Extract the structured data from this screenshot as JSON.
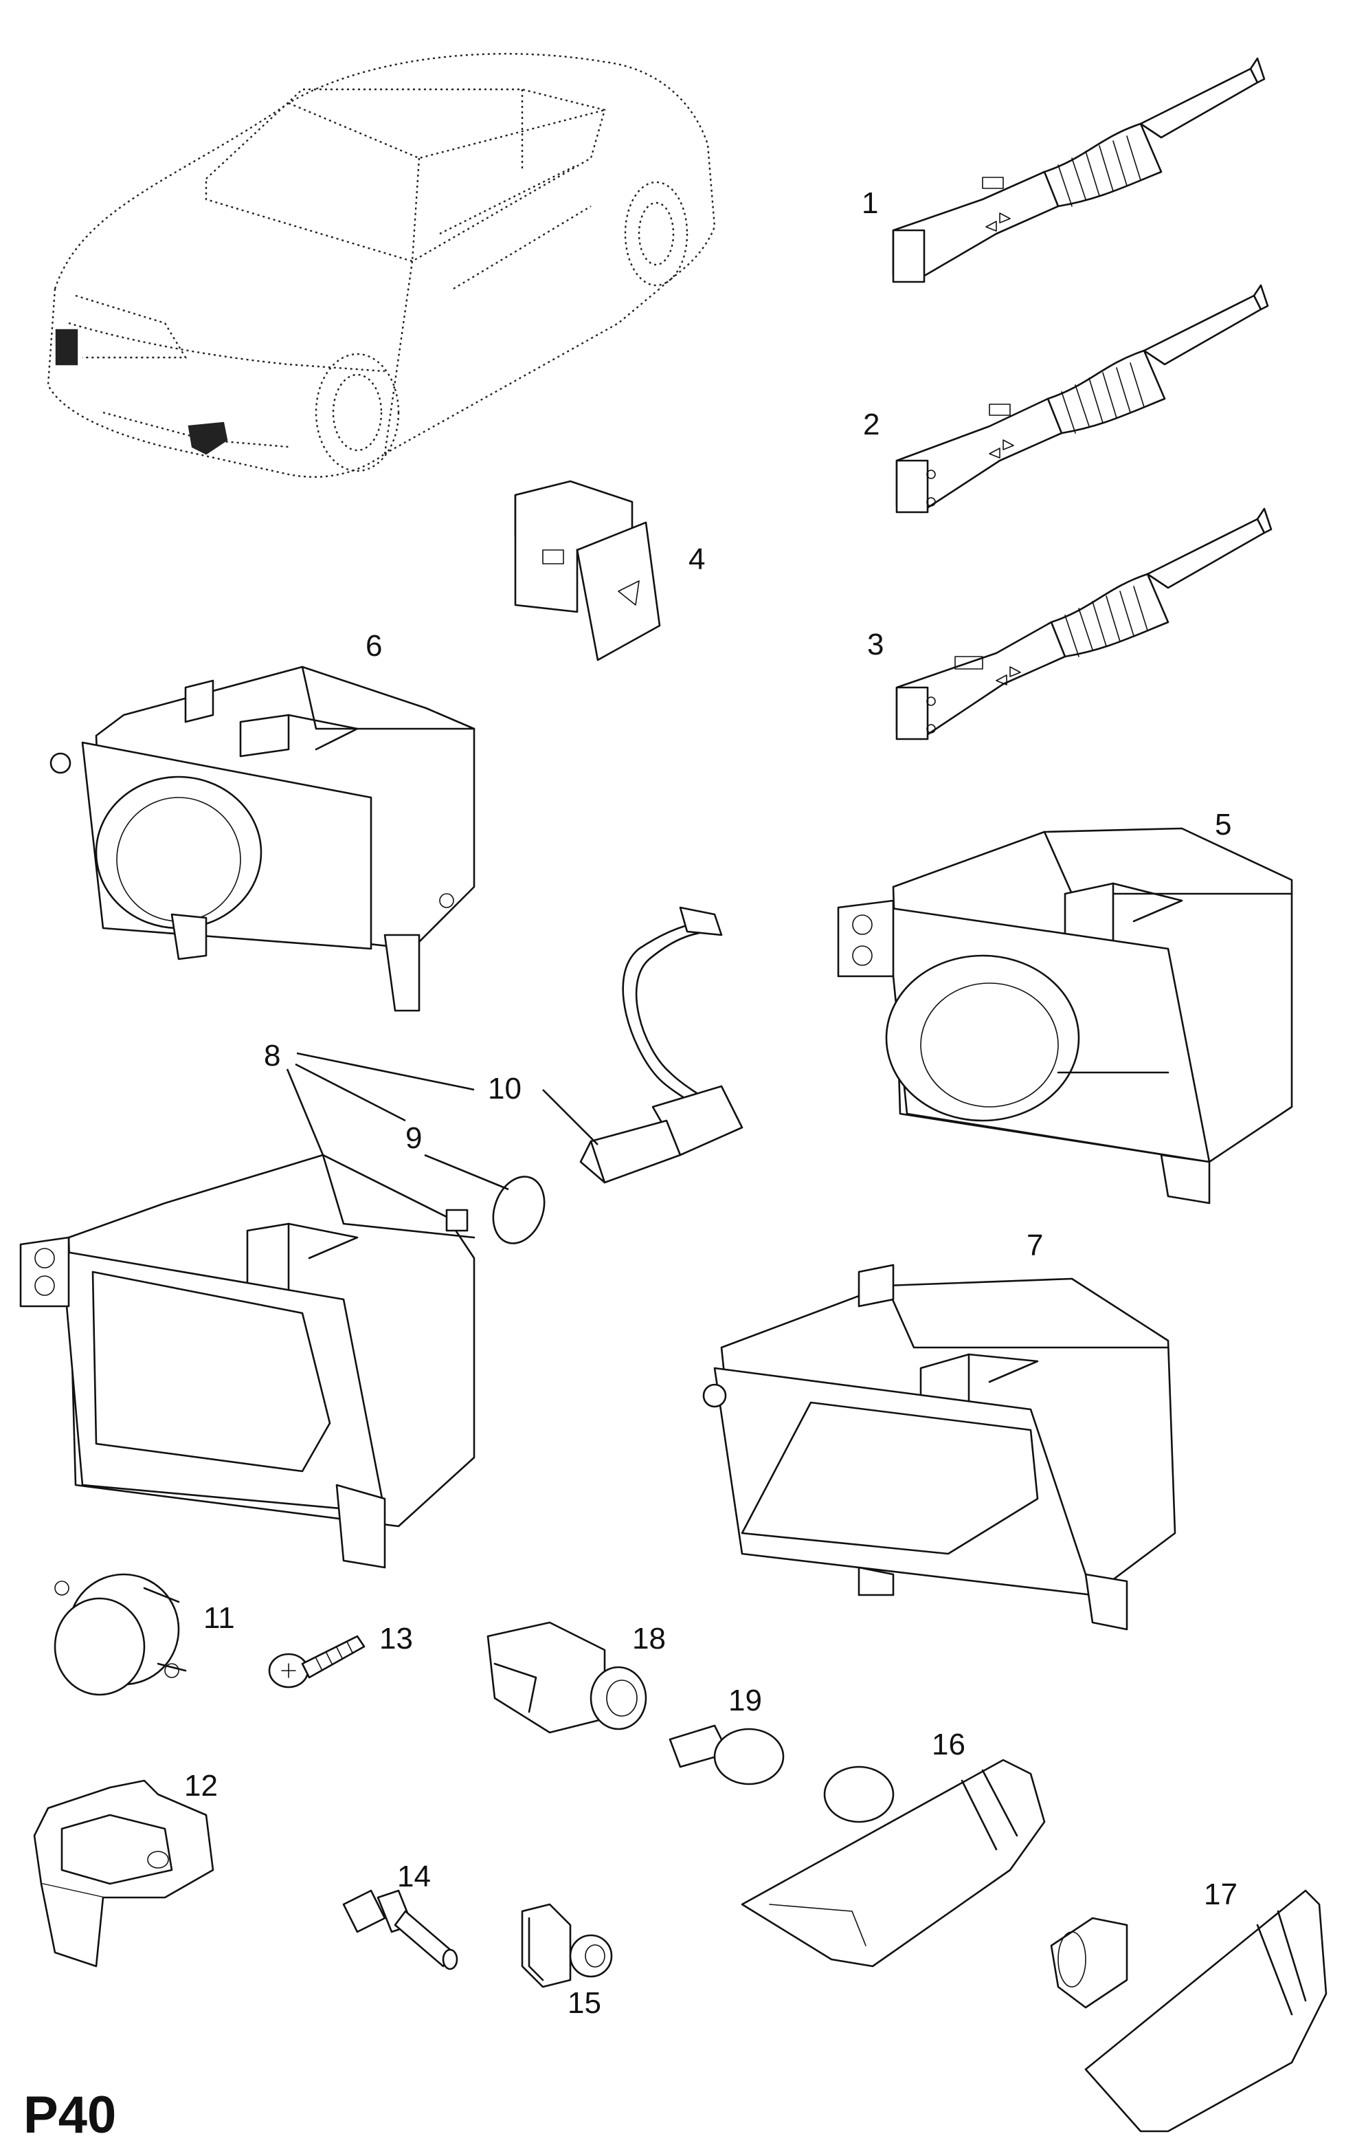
{
  "page_code": "P40",
  "callouts": {
    "c1": "1",
    "c2": "2",
    "c3": "3",
    "c4": "4",
    "c5": "5",
    "c6": "6",
    "c7": "7",
    "c8": "8",
    "c9": "9",
    "c10": "10",
    "c11": "11",
    "c12": "12",
    "c13": "13",
    "c14": "14",
    "c15": "15",
    "c16": "16",
    "c17": "17",
    "c18": "18",
    "c19": "19"
  }
}
